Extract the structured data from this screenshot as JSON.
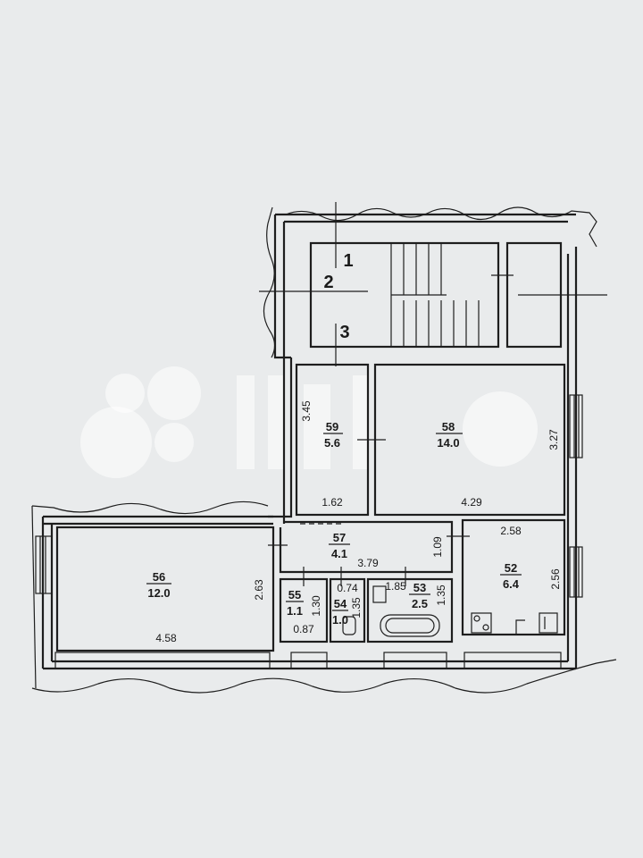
{
  "staircase_marks": [
    "1",
    "2",
    "3"
  ],
  "rooms": {
    "r59": {
      "number": "59",
      "area": "5.6"
    },
    "r58": {
      "number": "58",
      "area": "14.0"
    },
    "r57": {
      "number": "57",
      "area": "4.1"
    },
    "r56": {
      "number": "56",
      "area": "12.0"
    },
    "r55": {
      "number": "55",
      "area": "1.1"
    },
    "r54": {
      "number": "54",
      "area": "1.0"
    },
    "r53": {
      "number": "53",
      "area": "2.5"
    },
    "r52": {
      "number": "52",
      "area": "6.4"
    }
  },
  "dimensions": {
    "d345": "3.45",
    "d327": "3.27",
    "d162": "1.62",
    "d429": "4.29",
    "d258": "2.58",
    "d109": "1.09",
    "d379": "3.79",
    "d263": "2.63",
    "d256": "2.56",
    "d458": "4.58",
    "d130": "1.30",
    "d087": "0.87",
    "d074": "0.74",
    "d135a": "1.35",
    "d185": "1.85",
    "d135b": "1.35"
  }
}
